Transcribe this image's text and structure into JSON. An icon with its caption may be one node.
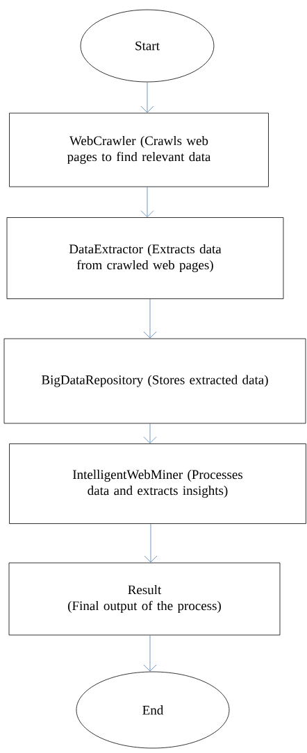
{
  "diagram": {
    "nodes": [
      {
        "text": [
          "Start"
        ]
      },
      {
        "text": [
          "WebCrawler (Crawls web pages to find relevant data"
        ]
      },
      {
        "text": [
          "DataExtractor (Extracts data from crawled web pages)"
        ]
      },
      {
        "text": [
          "BigDataRepository (Stores extracted data)"
        ]
      },
      {
        "text": [
          "IntelligentWebMiner (Processes data and extracts insights)"
        ]
      },
      {
        "text": [
          "Result",
          "(Final output of the process)"
        ]
      },
      {
        "text": [
          "End"
        ]
      }
    ],
    "edges": [
      {
        "from": 0,
        "to": 1,
        "arrow": "to"
      },
      {
        "from": 1,
        "to": 2,
        "arrow": "to"
      },
      {
        "from": 2,
        "to": 3,
        "arrow": "to"
      },
      {
        "from": 3,
        "to": 4,
        "arrow": "to"
      },
      {
        "from": 4,
        "to": 5,
        "arrow": "to"
      },
      {
        "from": 5,
        "to": 6,
        "arrow": "to"
      }
    ]
  }
}
